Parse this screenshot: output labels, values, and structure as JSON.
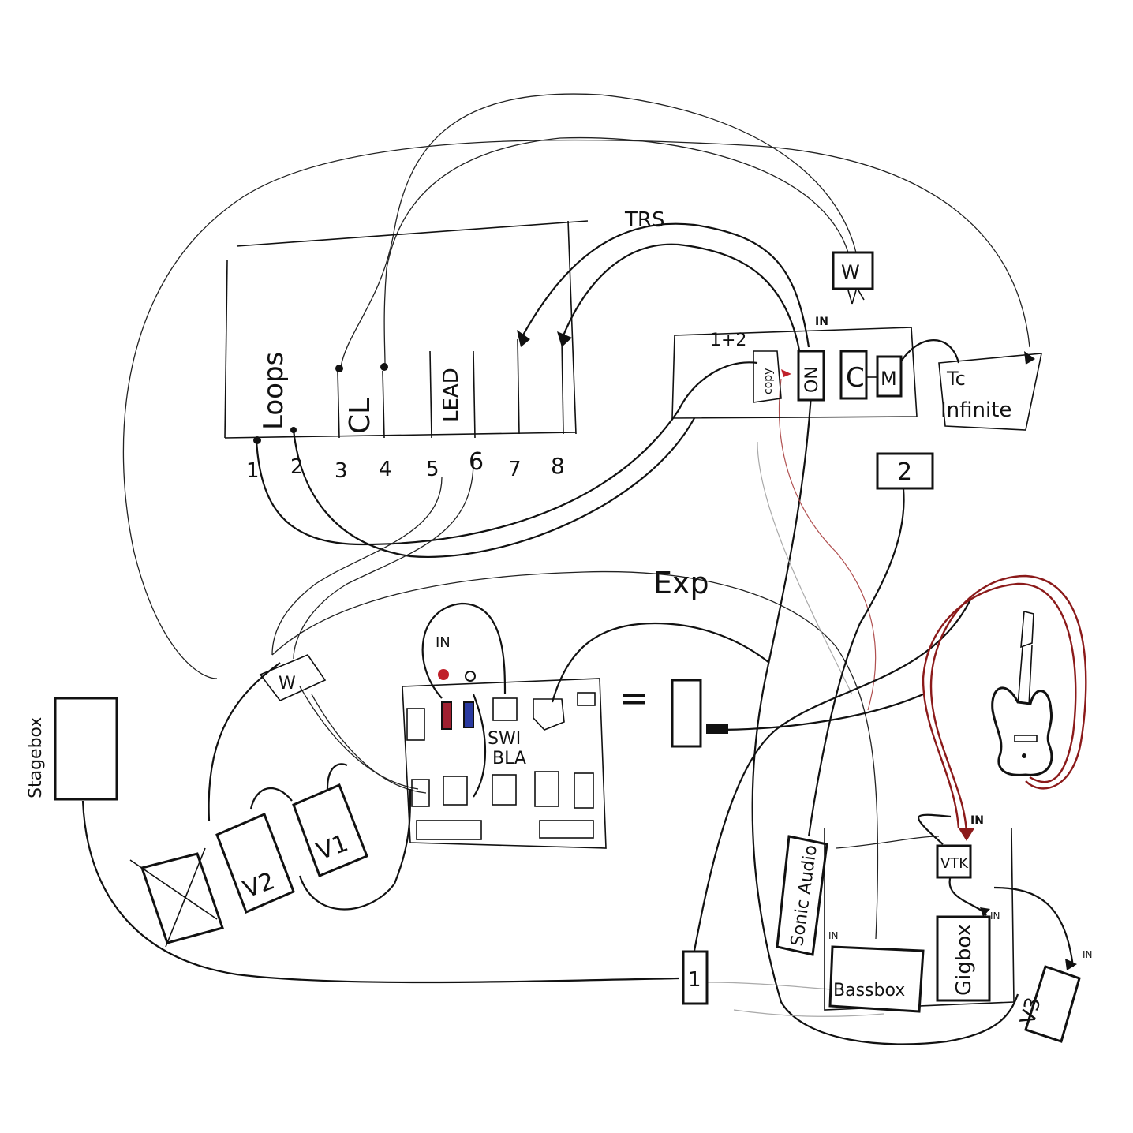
{
  "labels": {
    "trs": "TRS",
    "exp": "Exp",
    "in_top": "IN",
    "in_midboard": "IN",
    "in_vtk": "IN",
    "in_gigbox": "IN",
    "in_v3": "IN",
    "in_ampbox": "IN",
    "one_plus_two": "1+2",
    "equals": "="
  },
  "switcher": {
    "slot_labels": [
      "Loops",
      "CL",
      "LEAD"
    ],
    "numbers": [
      "1",
      "2",
      "3",
      "4",
      "5",
      "6",
      "7",
      "8"
    ]
  },
  "top_w": "W",
  "mid_w": "W",
  "rack": {
    "units": [
      "copy",
      "ON",
      "C",
      "M"
    ]
  },
  "tc": {
    "line1": "Tc",
    "line2": "Infinite"
  },
  "box_two": "2",
  "box_one": "1",
  "pedalboard": {
    "line1": "SWI",
    "line2": "BLA"
  },
  "v_units": [
    "V1",
    "V2",
    "V3"
  ],
  "stage_label": "Stagebox",
  "sonic_audio": "Sonic Audio",
  "vtk": "VTK",
  "gigbox": "Gigbox",
  "bassbox": "Bassbox",
  "colors": {
    "ink": "#111111",
    "red_wire": "#8b1a1a",
    "red_dot": "#c0202a",
    "blue_block": "#2a3aa0",
    "red_block": "#a02030"
  }
}
